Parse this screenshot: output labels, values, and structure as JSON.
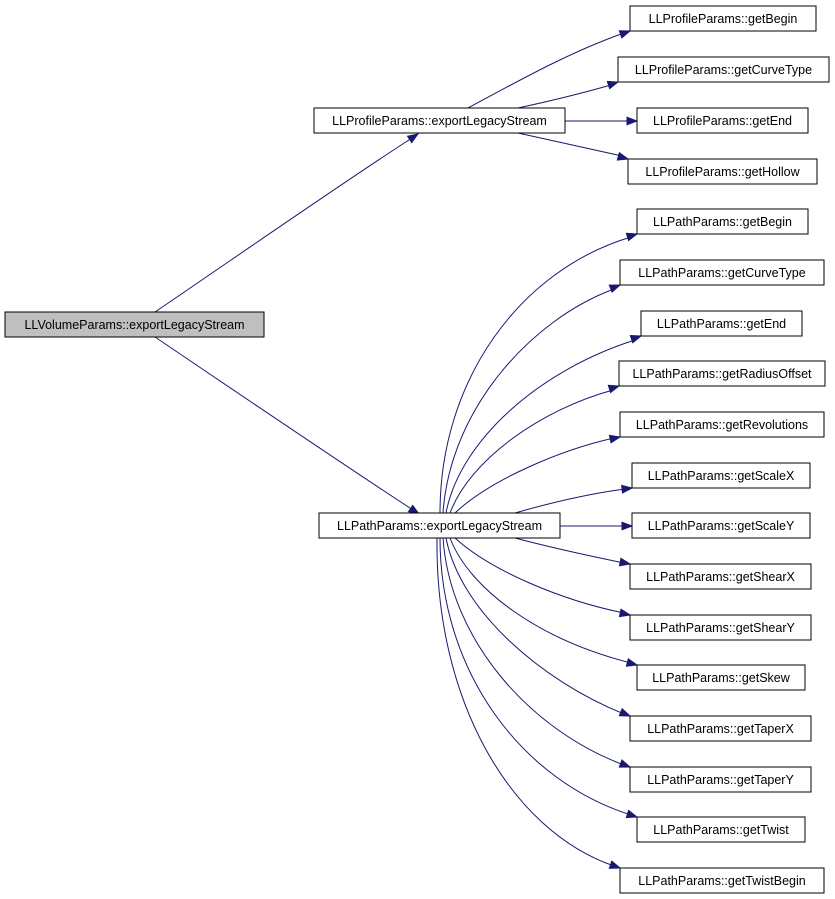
{
  "diagram": {
    "type": "call-graph",
    "edge_color": "#191970",
    "root_fill": "#bfbfbf",
    "nodes": [
      {
        "id": "root",
        "label": "LLVolumeParams::exportLegacyStream"
      },
      {
        "id": "profile",
        "label": "LLProfileParams::exportLegacyStream"
      },
      {
        "id": "path",
        "label": "LLPathParams::exportLegacyStream"
      },
      {
        "id": "pf_getBegin",
        "label": "LLProfileParams::getBegin"
      },
      {
        "id": "pf_getCurveType",
        "label": "LLProfileParams::getCurveType"
      },
      {
        "id": "pf_getEnd",
        "label": "LLProfileParams::getEnd"
      },
      {
        "id": "pf_getHollow",
        "label": "LLProfileParams::getHollow"
      },
      {
        "id": "pa_getBegin",
        "label": "LLPathParams::getBegin"
      },
      {
        "id": "pa_getCurveType",
        "label": "LLPathParams::getCurveType"
      },
      {
        "id": "pa_getEnd",
        "label": "LLPathParams::getEnd"
      },
      {
        "id": "pa_getRadiusOffset",
        "label": "LLPathParams::getRadiusOffset"
      },
      {
        "id": "pa_getRevolutions",
        "label": "LLPathParams::getRevolutions"
      },
      {
        "id": "pa_getScaleX",
        "label": "LLPathParams::getScaleX"
      },
      {
        "id": "pa_getScaleY",
        "label": "LLPathParams::getScaleY"
      },
      {
        "id": "pa_getShearX",
        "label": "LLPathParams::getShearX"
      },
      {
        "id": "pa_getShearY",
        "label": "LLPathParams::getShearY"
      },
      {
        "id": "pa_getSkew",
        "label": "LLPathParams::getSkew"
      },
      {
        "id": "pa_getTaperX",
        "label": "LLPathParams::getTaperX"
      },
      {
        "id": "pa_getTaperY",
        "label": "LLPathParams::getTaperY"
      },
      {
        "id": "pa_getTwist",
        "label": "LLPathParams::getTwist"
      },
      {
        "id": "pa_getTwistBegin",
        "label": "LLPathParams::getTwistBegin"
      }
    ],
    "edges": [
      {
        "from": "root",
        "to": "profile"
      },
      {
        "from": "root",
        "to": "path"
      },
      {
        "from": "profile",
        "to": "pf_getBegin"
      },
      {
        "from": "profile",
        "to": "pf_getCurveType"
      },
      {
        "from": "profile",
        "to": "pf_getEnd"
      },
      {
        "from": "profile",
        "to": "pf_getHollow"
      },
      {
        "from": "path",
        "to": "pa_getBegin"
      },
      {
        "from": "path",
        "to": "pa_getCurveType"
      },
      {
        "from": "path",
        "to": "pa_getEnd"
      },
      {
        "from": "path",
        "to": "pa_getRadiusOffset"
      },
      {
        "from": "path",
        "to": "pa_getRevolutions"
      },
      {
        "from": "path",
        "to": "pa_getScaleX"
      },
      {
        "from": "path",
        "to": "pa_getScaleY"
      },
      {
        "from": "path",
        "to": "pa_getShearX"
      },
      {
        "from": "path",
        "to": "pa_getShearY"
      },
      {
        "from": "path",
        "to": "pa_getSkew"
      },
      {
        "from": "path",
        "to": "pa_getTaperX"
      },
      {
        "from": "path",
        "to": "pa_getTaperY"
      },
      {
        "from": "path",
        "to": "pa_getTwist"
      },
      {
        "from": "path",
        "to": "pa_getTwistBegin"
      }
    ]
  }
}
